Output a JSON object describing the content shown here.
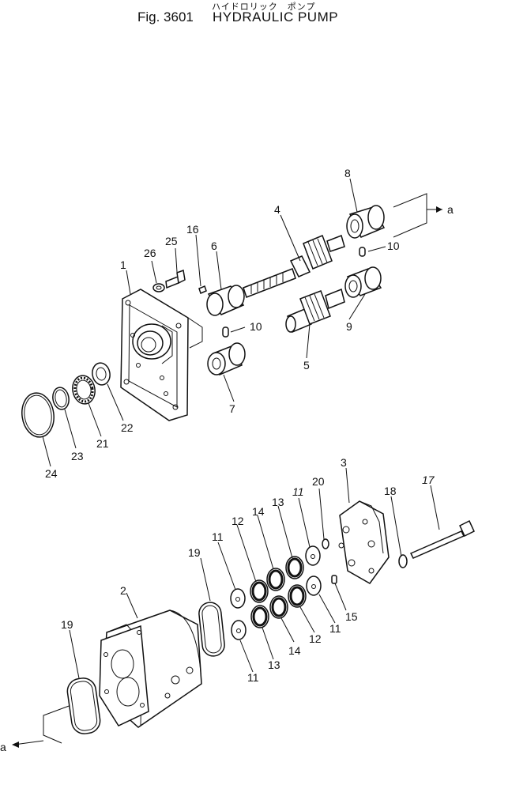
{
  "header": {
    "kana": "ハイドロリック　ポンプ",
    "fig": "Fig. 3601",
    "name": "HYDRAULIC PUMP"
  },
  "arrows": {
    "top": "a",
    "bottom": "a"
  },
  "callouts": [
    {
      "id": "c1",
      "text": "1"
    },
    {
      "id": "c2",
      "text": "2"
    },
    {
      "id": "c3",
      "text": "3"
    },
    {
      "id": "c4",
      "text": "4"
    },
    {
      "id": "c5",
      "text": "5"
    },
    {
      "id": "c6",
      "text": "6"
    },
    {
      "id": "c7",
      "text": "7"
    },
    {
      "id": "c8",
      "text": "8"
    },
    {
      "id": "c9",
      "text": "9"
    },
    {
      "id": "c10a",
      "text": "10"
    },
    {
      "id": "c10b",
      "text": "10"
    },
    {
      "id": "c11a",
      "text": "11"
    },
    {
      "id": "c11b",
      "text": "11"
    },
    {
      "id": "c11c",
      "text": "11"
    },
    {
      "id": "c11d",
      "text": "11"
    },
    {
      "id": "c12a",
      "text": "12"
    },
    {
      "id": "c12b",
      "text": "12"
    },
    {
      "id": "c13a",
      "text": "13"
    },
    {
      "id": "c13b",
      "text": "13"
    },
    {
      "id": "c14a",
      "text": "14"
    },
    {
      "id": "c14b",
      "text": "14"
    },
    {
      "id": "c15",
      "text": "15"
    },
    {
      "id": "c16",
      "text": "16"
    },
    {
      "id": "c17",
      "text": "17"
    },
    {
      "id": "c18",
      "text": "18"
    },
    {
      "id": "c19a",
      "text": "19"
    },
    {
      "id": "c19b",
      "text": "19"
    },
    {
      "id": "c20",
      "text": "20"
    },
    {
      "id": "c21",
      "text": "21"
    },
    {
      "id": "c22",
      "text": "22"
    },
    {
      "id": "c23",
      "text": "23"
    },
    {
      "id": "c24",
      "text": "24"
    },
    {
      "id": "c25",
      "text": "25"
    },
    {
      "id": "c26",
      "text": "26"
    }
  ]
}
